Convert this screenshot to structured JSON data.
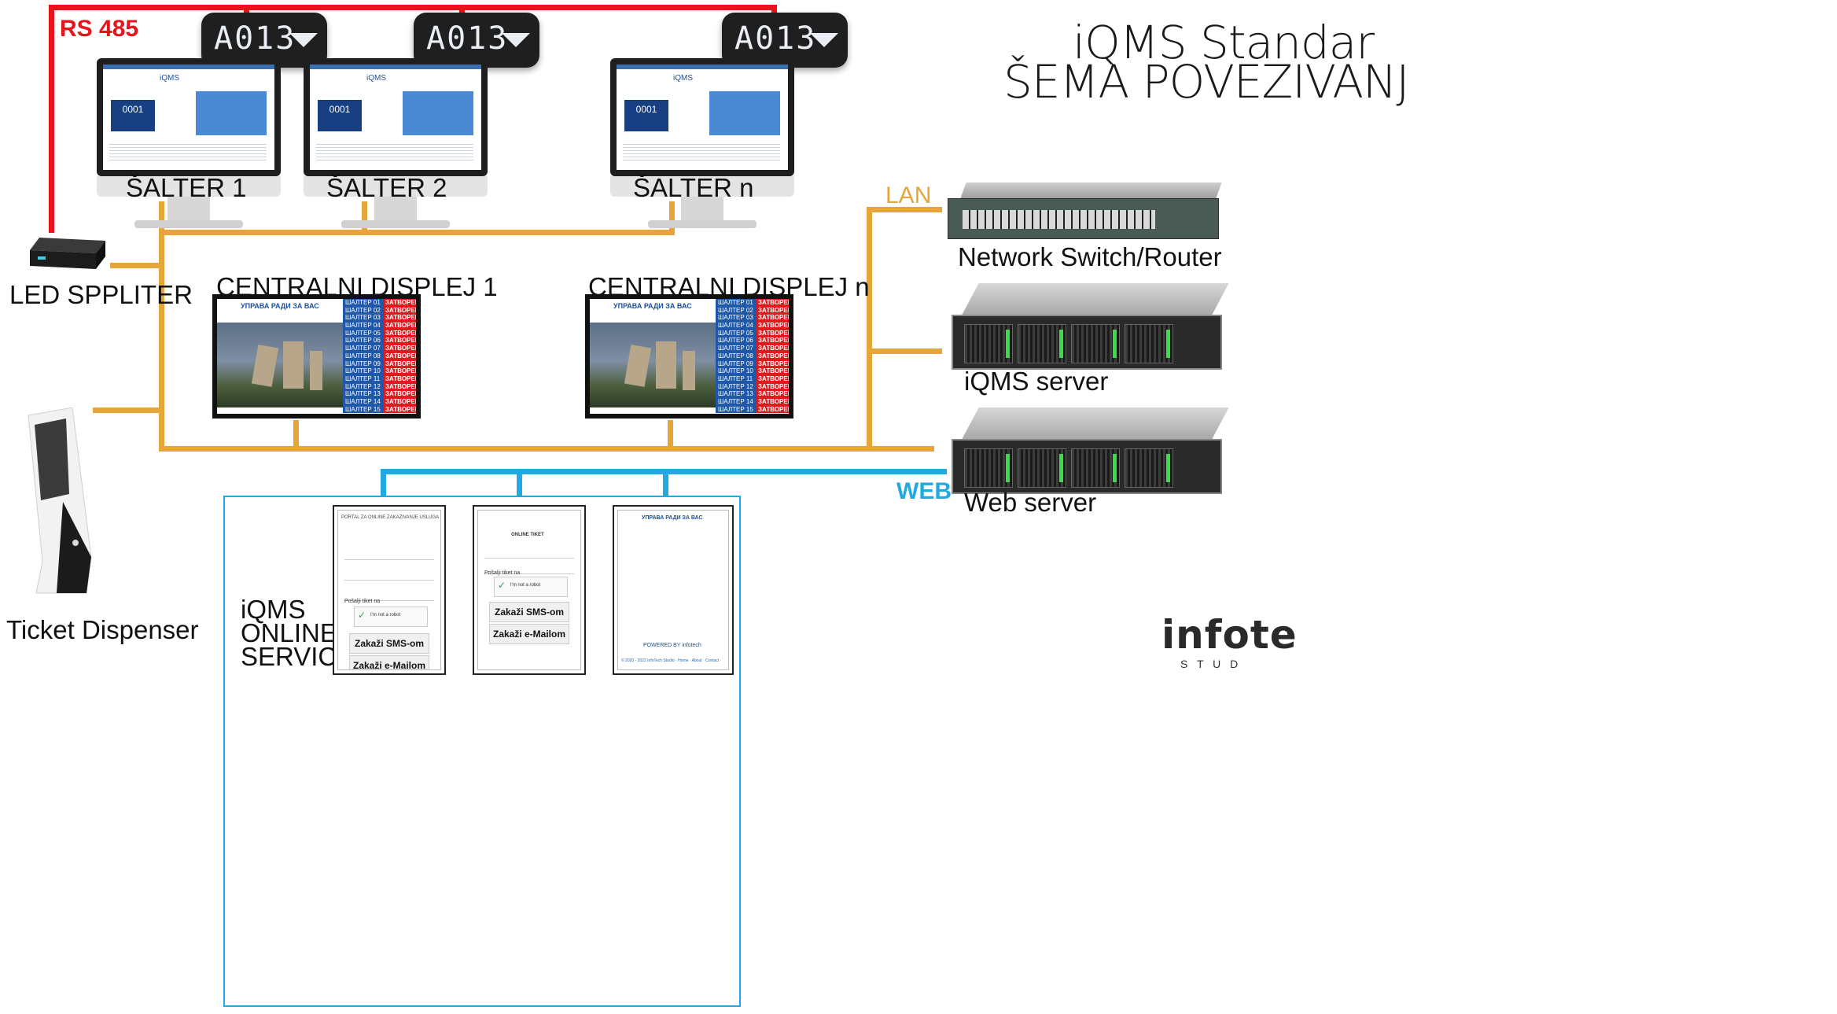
{
  "title": {
    "line1": "iQMS Standar",
    "line2": "ŠEMA POVEZIVANJ"
  },
  "connections": {
    "rs485": "RS 485",
    "lan": "LAN",
    "web": "WEB"
  },
  "colors": {
    "rs485": "#e8141b",
    "lan": "#e7a43b",
    "web": "#23a9e1"
  },
  "led_displays": [
    {
      "text": "A013"
    },
    {
      "text": "A013"
    },
    {
      "text": "A013"
    }
  ],
  "counters": [
    {
      "label": "ŠALTER 1",
      "screen_title": "iQMS",
      "ticket": "0001"
    },
    {
      "label": "ŠALTER 2",
      "screen_title": "iQMS",
      "ticket": "0001"
    },
    {
      "label": "ŠALTER n",
      "screen_title": "iQMS",
      "ticket": "0001"
    }
  ],
  "led_splitter": {
    "label": "LED SPPLITER"
  },
  "ticket_dispenser": {
    "label": "Ticket Dispenser"
  },
  "central_displays": [
    {
      "label": "CENTRALNI DISPLEJ 1",
      "header": "УПРАВА РАДИ ЗА ВАС"
    },
    {
      "label": "CENTRALNI DISPLEJ n",
      "header": "УПРАВА РАДИ ЗА ВАС"
    }
  ],
  "display_rows": [
    {
      "counter": "ШАЛТЕР 01",
      "status": "ЗАТВОРЕН"
    },
    {
      "counter": "ШАЛТЕР 02",
      "status": "ЗАТВОРЕН"
    },
    {
      "counter": "ШАЛТЕР 03",
      "status": "ЗАТВОРЕН"
    },
    {
      "counter": "ШАЛТЕР 04",
      "status": "ЗАТВОРЕН"
    },
    {
      "counter": "ШАЛТЕР 05",
      "status": "ЗАТВОРЕН"
    },
    {
      "counter": "ШАЛТЕР 06",
      "status": "ЗАТВОРЕН"
    },
    {
      "counter": "ШАЛТЕР 07",
      "status": "ЗАТВОРЕН"
    },
    {
      "counter": "ШАЛТЕР 08",
      "status": "ЗАТВОРЕН"
    },
    {
      "counter": "ШАЛТЕР 09",
      "status": "ЗАТВОРЕН"
    },
    {
      "counter": "ШАЛТЕР 10",
      "status": "ЗАТВОРЕН"
    },
    {
      "counter": "ШАЛТЕР 11",
      "status": "ЗАТВОРЕН"
    },
    {
      "counter": "ШАЛТЕР 12",
      "status": "ЗАТВОРЕН"
    },
    {
      "counter": "ШАЛТЕР 13",
      "status": "ЗАТВОРЕН"
    },
    {
      "counter": "ШАЛТЕР 14",
      "status": "ЗАТВОРЕН"
    },
    {
      "counter": "ШАЛТЕР 15",
      "status": "ЗАТВОРЕН"
    }
  ],
  "network": {
    "switch": "Network Switch/Router",
    "iqms_server": "iQMS server",
    "web_server": "Web server"
  },
  "online_services": {
    "label_line1": "iQMS",
    "label_line2": "ONLINE",
    "label_line3": "SERVICES",
    "portal_title": "PORTAL ZA ONLINE ZAKAZIVANJE USLUGA",
    "online_ticket_title": "ONLINE TIKET",
    "sms_button": "Zakaži SMS-om",
    "email_button": "Zakaži e-Mailom",
    "captcha": "I'm not a robot",
    "ticket_for": "Pošalji tiket na",
    "status_closed": "ZATVOREN",
    "footer": "© 2020 - 2022 InfoTech Studio · Home · About · Contact ·",
    "powered_by": "POWERED BY infotech"
  },
  "logo": {
    "text": "infote",
    "sub": "S T U D"
  }
}
